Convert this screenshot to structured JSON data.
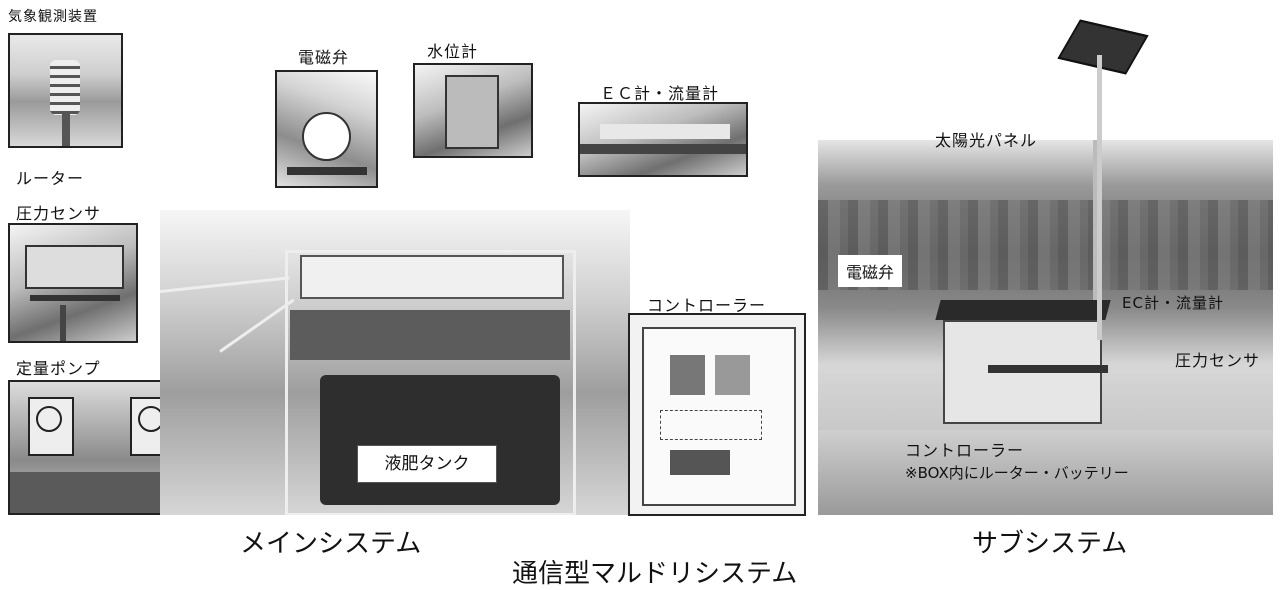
{
  "labels": {
    "weather": "気象観測装置",
    "router": "ルーター",
    "pressure_main": "圧力センサ",
    "pump": "定量ポンプ",
    "valve_main": "電磁弁",
    "water_level": "水位計",
    "ec_flow_main": "ＥＣ計・流量計",
    "controller_main": "コントローラー",
    "tank": "液肥タンク",
    "solar": "太陽光パネル",
    "valve_sub": "電磁弁",
    "ec_flow_sub": "EC計・流量計",
    "pressure_sub": "圧力センサ",
    "controller_sub_line1": "コントローラー",
    "controller_sub_line2": "※BOX内にルーター・バッテリー"
  },
  "captions": {
    "main_system": "メインシステム",
    "sub_system": "サブシステム",
    "overall_title": "通信型マルドリシステム"
  }
}
